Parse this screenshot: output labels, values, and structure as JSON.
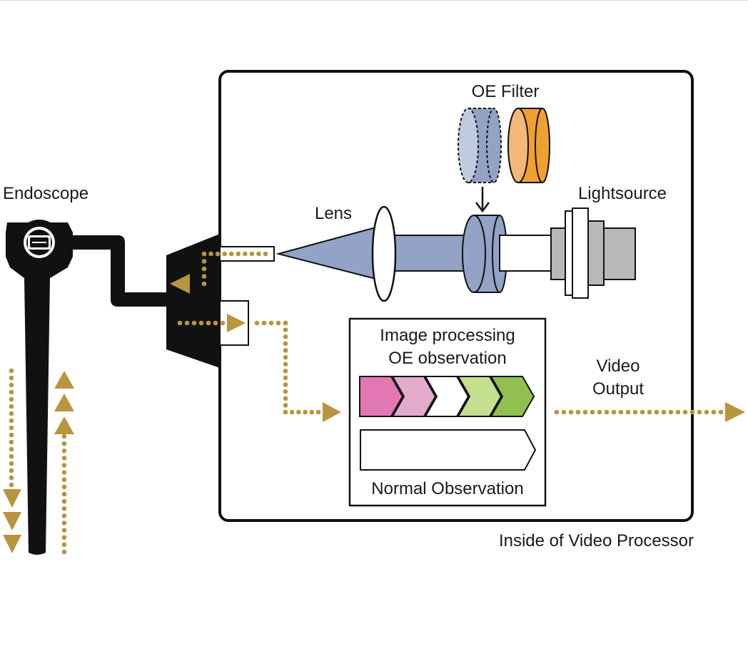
{
  "labels": {
    "oe_filter": "OE Filter",
    "endoscope": "Endoscope",
    "lens": "Lens",
    "lightsource": "Lightsource",
    "image_processing_line1": "Image processing",
    "image_processing_line2": "OE observation",
    "video_output_line1": "Video",
    "video_output_line2": "Output",
    "normal_observation": "Normal Observation",
    "inside_processor": "Inside of Video Processor"
  },
  "colors": {
    "signal_path": "#b8953e",
    "lens_beam": "#93a3c6",
    "filter_blue": "#93a3c6",
    "filter_orange": "#f0a030",
    "lightsource_gray": "#b8b8b8",
    "oe_chevrons": [
      "#e377b4",
      "#e4aacb",
      "#ffffff",
      "#c4df8e",
      "#92c050"
    ]
  }
}
